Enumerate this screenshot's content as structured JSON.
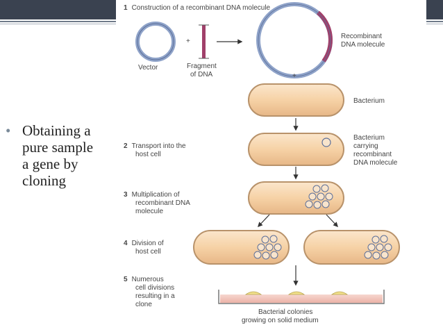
{
  "slide": {
    "bullet_text": "Obtaining a\npure sample\na gene by\ncloning"
  },
  "diagram": {
    "step1": {
      "num": "1",
      "label": "Construction of a recombinant DNA molecule"
    },
    "step2": {
      "num": "2",
      "line1": "Transport into the",
      "line2": "host cell"
    },
    "step3": {
      "num": "3",
      "line1": "Multiplication of",
      "line2": "recombinant DNA",
      "line3": "molecule"
    },
    "step4": {
      "num": "4",
      "line1": "Division of",
      "line2": "host cell"
    },
    "step5": {
      "num": "5",
      "line1": "Numerous",
      "line2": "cell divisions",
      "line3": "resulting in a",
      "line4": "clone"
    },
    "labels": {
      "vector": "Vector",
      "fragment_1": "Fragment",
      "fragment_2": "of DNA",
      "recombinant_1": "Recombinant",
      "recombinant_2": "DNA molecule",
      "bacterium": "Bacterium",
      "carrying_1": "Bacterium",
      "carrying_2": "carrying",
      "carrying_3": "recombinant",
      "carrying_4": "DNA molecule",
      "colonies_1": "Bacterial colonies",
      "colonies_2": "growing on solid medium"
    },
    "symbols": {
      "plus": "+"
    },
    "colors": {
      "vector_ring": "#8fa3c9",
      "dna_fragment": "#a0406a",
      "cell_fill": "#f6d2a6",
      "cell_outline": "#b8926a",
      "medium": "#f2c6bd",
      "colony": "#f0e08a"
    }
  }
}
